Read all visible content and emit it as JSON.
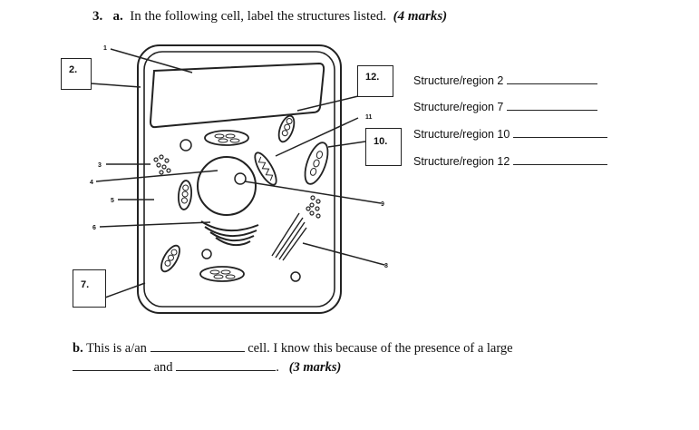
{
  "question": {
    "number": "3.",
    "part_a_letter": "a.",
    "part_a_text": "In the following cell, label the structures listed.",
    "part_a_marks": "(4 marks)"
  },
  "boxes": {
    "b2": "2.",
    "b12": "12.",
    "b10": "10.",
    "b7": "7."
  },
  "pointer_numbers": {
    "n1": "1",
    "n3": "3",
    "n4": "4",
    "n5": "5",
    "n6": "6",
    "n8": "8",
    "n9": "9",
    "n11": "11"
  },
  "structures": [
    "Structure/region 2",
    "Structure/region 7",
    "Structure/region 10",
    "Structure/region 12"
  ],
  "part_b": {
    "letter": "b.",
    "text1": "This is a/an",
    "text2": "cell.  I know this because of the presence of a large",
    "text3": "and",
    "text4": ".",
    "marks": "(3 marks)"
  }
}
